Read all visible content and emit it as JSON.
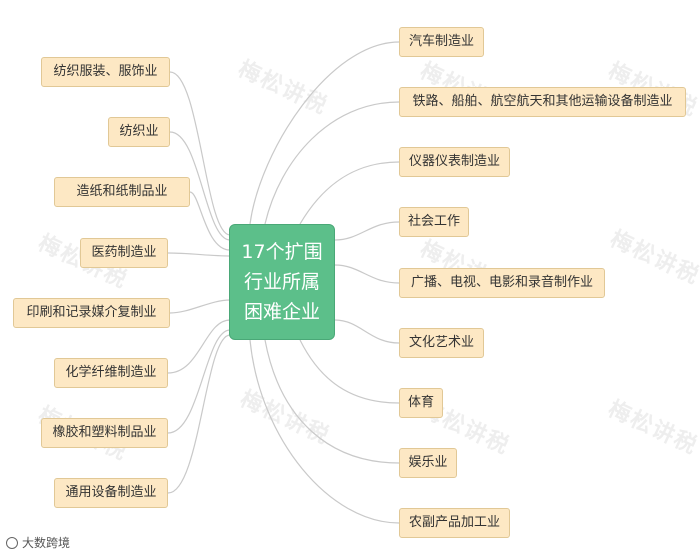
{
  "center": {
    "lines": [
      "17个扩围",
      "行业所属",
      "困难企业"
    ]
  },
  "left_nodes": [
    "纺织服装、服饰业",
    "纺织业",
    "造纸和纸制品业",
    "医药制造业",
    "印刷和记录媒介复制业",
    "化学纤维制造业",
    "橡胶和塑料制品业",
    "通用设备制造业"
  ],
  "right_nodes": [
    "汽车制造业",
    "铁路、船舶、航空航天和其他运输设备制造业",
    "仪器仪表制造业",
    "社会工作",
    "广播、电视、电影和录音制作业",
    "文化艺术业",
    "体育",
    "娱乐业",
    "农副产品加工业"
  ],
  "watermark": "梅松讲税",
  "footer": {
    "source": "大数跨境"
  },
  "colors": {
    "center_fill": "#5cbf8a",
    "node_fill": "#fde8c4",
    "node_border": "#e1c896",
    "connector": "#c9c9c9"
  }
}
